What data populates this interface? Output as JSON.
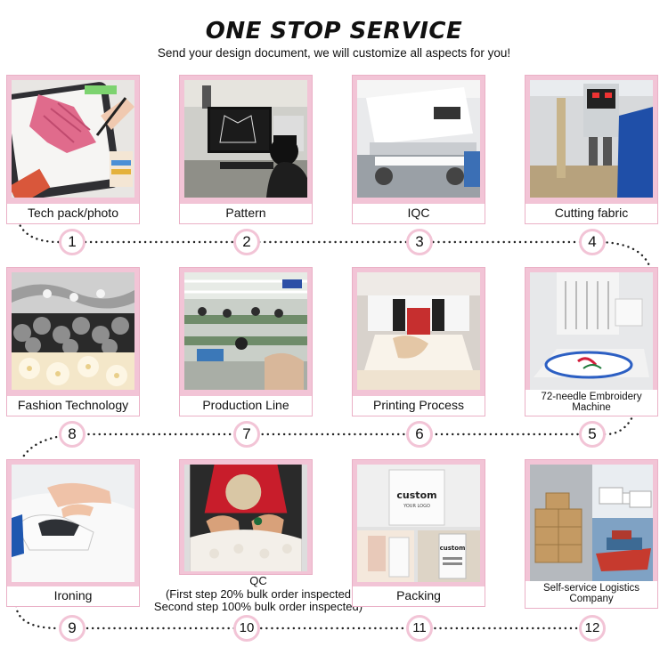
{
  "header": {
    "title": "ONE STOP SERVICE",
    "subtitle": "Send your design document, we will customize all aspects for you!"
  },
  "steps": [
    {
      "number": "1",
      "label": "Tech pack/photo"
    },
    {
      "number": "2",
      "label": "Pattern"
    },
    {
      "number": "3",
      "label": "IQC"
    },
    {
      "number": "4",
      "label": "Cutting fabric"
    },
    {
      "number": "5",
      "label": "72-needle Embroidery Machine"
    },
    {
      "number": "6",
      "label": "Printing Process"
    },
    {
      "number": "7",
      "label": "Production Line"
    },
    {
      "number": "8",
      "label": "Fashion Technology"
    },
    {
      "number": "9",
      "label": "Ironing"
    },
    {
      "number": "10",
      "label": "QC"
    },
    {
      "number": "11",
      "label": "Packing"
    },
    {
      "number": "12",
      "label": "Self-service Logistics Company"
    }
  ],
  "qc_notes": {
    "line1": "(First step 20% bulk order inspected",
    "line2": "Second step 100% bulk order inspected)"
  },
  "photo_text": {
    "tag_custom": "custom",
    "tag_your_logo": "YOUR LOGO"
  },
  "colors": {
    "frame": "#f2c4d6",
    "dots": "#222222",
    "background": "#ffffff"
  }
}
